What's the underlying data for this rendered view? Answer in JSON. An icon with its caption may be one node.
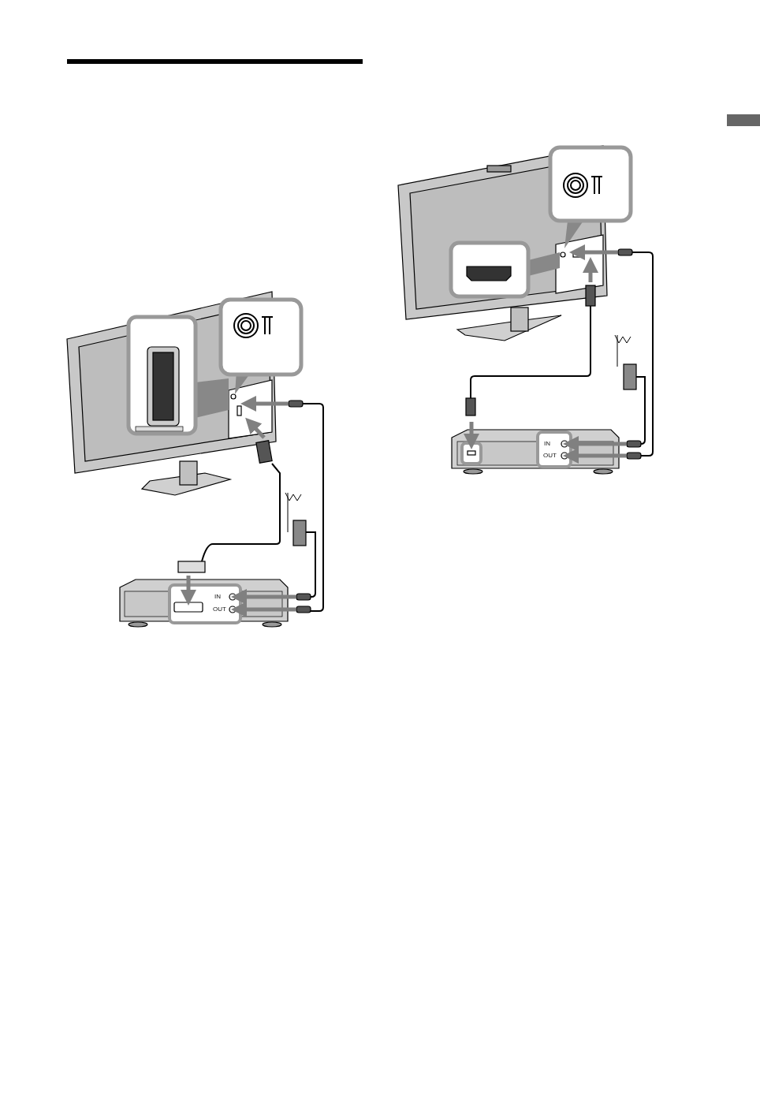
{
  "diagram": {
    "labels": [
      "IN",
      "OUT",
      "IN",
      "OUT"
    ]
  }
}
